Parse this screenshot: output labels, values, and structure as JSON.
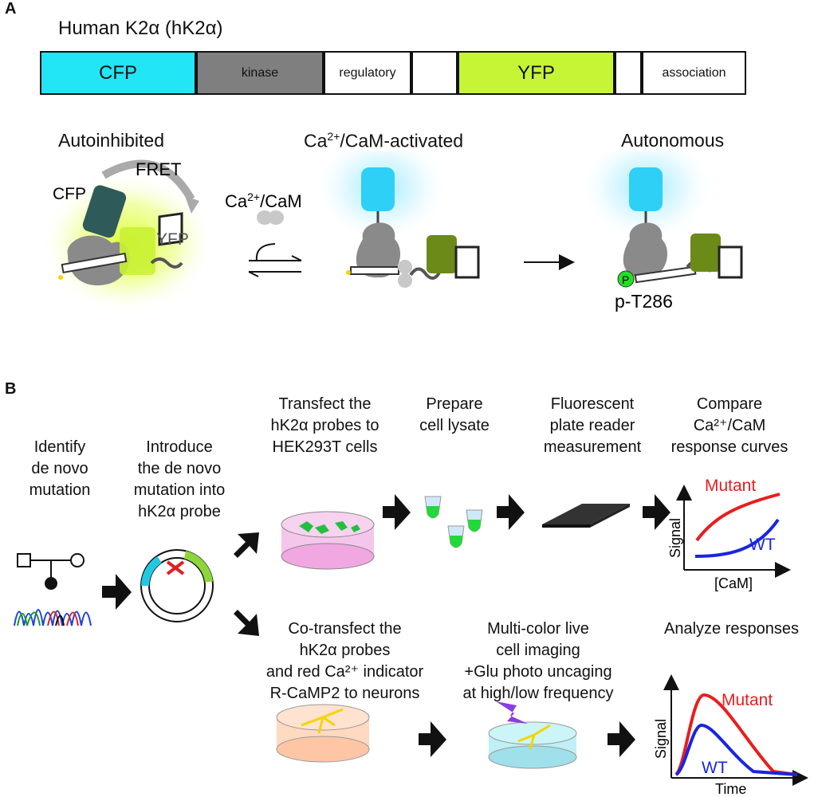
{
  "panel_a": {
    "letter": "A",
    "title": "Human K2α (hK2α)",
    "domains": [
      {
        "label": "CFP",
        "color": "#22e5f5"
      },
      {
        "label": "kinase",
        "color": "#7f7f7f"
      },
      {
        "label": "regulatory",
        "color": "#ffffff"
      },
      {
        "label": "",
        "color": "#ffffff"
      },
      {
        "label": "YFP",
        "color": "#c6f536"
      },
      {
        "label": "",
        "color": "#ffffff"
      },
      {
        "label": "association",
        "color": "#ffffff"
      }
    ],
    "states": {
      "autoinhibited": "Autoinhibited",
      "activated_pre": "Ca",
      "activated_sup": "2+",
      "activated_post": "/CaM-activated",
      "autonomous": "Autonomous"
    },
    "labels": {
      "fret": "FRET",
      "cfp": "CFP",
      "yfp": "YFP",
      "cacam_pre": "Ca",
      "cacam_sup": "2+",
      "cacam_post": "/CaM",
      "phospho_p": "P",
      "pt286": "p-T286"
    }
  },
  "panel_b": {
    "letter": "B",
    "steps": {
      "identify": [
        "Identify",
        "de novo",
        "mutation"
      ],
      "introduce": [
        "Introduce",
        "the de novo",
        "mutation into",
        "hK2α probe"
      ],
      "transfect": [
        "Transfect the",
        "hK2α probes to",
        "HEK293T cells"
      ],
      "prepare": [
        "Prepare",
        "cell lysate"
      ],
      "fluorescent": [
        "Fluorescent",
        "plate reader",
        "measurement"
      ],
      "compare": [
        "Compare",
        "Ca²⁺/CaM",
        "response curves"
      ],
      "cotransfect": [
        "Co-transfect the",
        "hK2α probes",
        "and red Ca²⁺ indicator",
        "R-CaMP2 to neurons"
      ],
      "multicolor": [
        "Multi-color live",
        "cell imaging",
        "+Glu photo uncaging",
        "at high/low frequency"
      ],
      "analyze": [
        "Analyze responses"
      ]
    },
    "plot1": {
      "mutant": "Mutant",
      "wt": "WT",
      "ylabel": "Signal",
      "xlabel": "[CaM]"
    },
    "plot2": {
      "mutant": "Mutant",
      "wt": "WT",
      "ylabel": "Signal",
      "xlabel": "Time"
    }
  }
}
